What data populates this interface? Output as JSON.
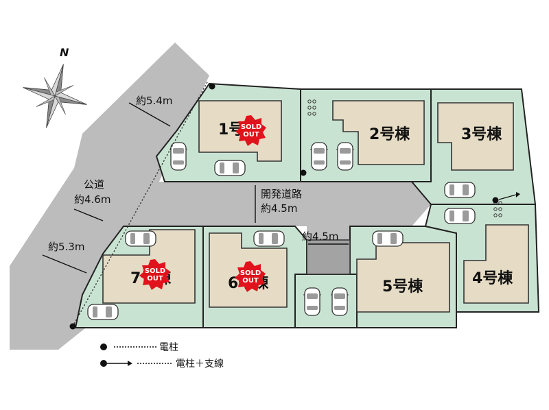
{
  "compass": {
    "label": "N"
  },
  "roads": {
    "public_road_label": "公道",
    "public_road_width": "約4.6m",
    "public_road_width_top": "約5.4m",
    "public_road_width_bottom": "約5.3m",
    "dev_road_label": "開発道路",
    "dev_road_width": "約4.5m",
    "dev_road_branch_width": "約4.5m"
  },
  "buildings": [
    {
      "id": 1,
      "label": "1号棟",
      "sold_out": true
    },
    {
      "id": 2,
      "label": "2号棟",
      "sold_out": false
    },
    {
      "id": 3,
      "label": "3号棟",
      "sold_out": false
    },
    {
      "id": 4,
      "label": "4号棟",
      "sold_out": false
    },
    {
      "id": 5,
      "label": "5号棟",
      "sold_out": false
    },
    {
      "id": 6,
      "label": "6号棟",
      "sold_out": true
    },
    {
      "id": 7,
      "label": "7号棟",
      "sold_out": true
    }
  ],
  "sold_badge": {
    "line1": "SOLD",
    "line2": "OUT"
  },
  "legend": {
    "pole_label": "電柱",
    "pole_stay_label": "電柱＋支線"
  },
  "colors": {
    "lot_fill": "#c9e3d2",
    "house_fill": "#e6dcc6",
    "road_fill": "#bcbcbc",
    "sold_badge": "#e0121b"
  }
}
